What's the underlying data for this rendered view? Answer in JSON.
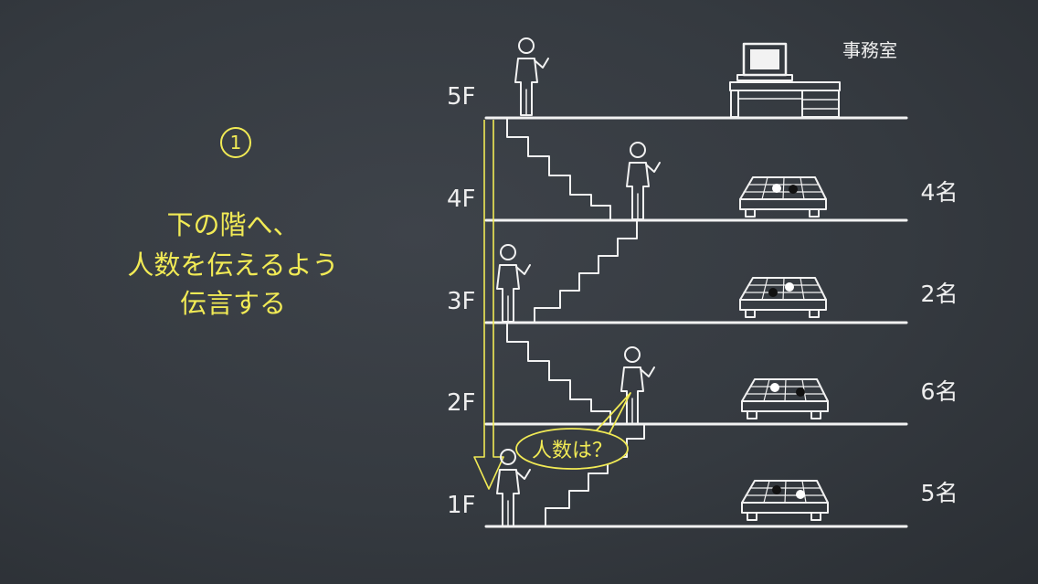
{
  "step": {
    "number": "1",
    "instruction_lines": [
      "下の階へ、",
      "人数を伝えるよう",
      "伝言する"
    ]
  },
  "office": {
    "label": "事務室"
  },
  "floors": [
    {
      "label": "5F",
      "count_label": ""
    },
    {
      "label": "4F",
      "count_label": "4名"
    },
    {
      "label": "3F",
      "count_label": "2名"
    },
    {
      "label": "2F",
      "count_label": "6名"
    },
    {
      "label": "1F",
      "count_label": "5名"
    }
  ],
  "speech_bubble": {
    "text": "人数は？"
  },
  "colors": {
    "chalk": "#f2f2f2",
    "highlight": "#f1ea55",
    "board": "#373c42"
  },
  "icons": [
    "person-icon",
    "computer-desk-icon",
    "go-board-icon",
    "stairs-icon",
    "down-arrow-icon"
  ]
}
